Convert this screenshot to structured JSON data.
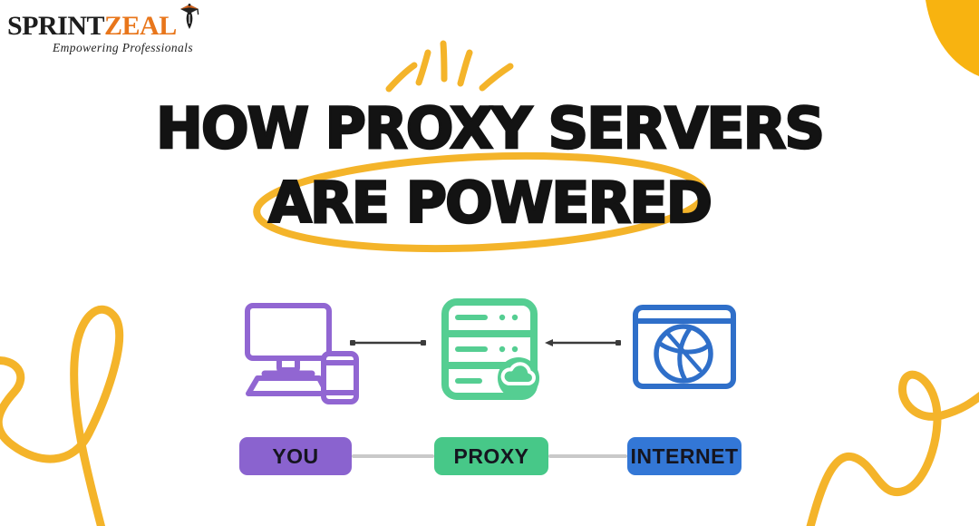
{
  "palette": {
    "bg": "#ffffff",
    "yellow": "#f4b42a",
    "yellow_deep": "#f8b310",
    "ink": "#131313",
    "purple_icon": "#9166d2",
    "green_icon": "#55ce92",
    "blue_icon": "#2f6fc9",
    "purple_box": "#8a63cf",
    "green_box": "#47c888",
    "blue_box": "#3377d6",
    "box_text": "#15151f",
    "link_gray": "#c9c9c9",
    "connector": "#3b3b3b",
    "logo_orange": "#e8761b",
    "logo_dark": "#1d1d1d"
  },
  "logo": {
    "brand_part1": "SPRINT",
    "brand_part2": "ZEAL",
    "tagline": "Empowering Professionals"
  },
  "title": {
    "line1": "HOW PROXY SERVERS",
    "line2": "ARE POWERED"
  },
  "diagram": {
    "nodes": [
      {
        "id": "you",
        "label": "YOU",
        "icon": "computer-phone-icon"
      },
      {
        "id": "proxy",
        "label": "PROXY",
        "icon": "server-cloud-icon"
      },
      {
        "id": "internet",
        "label": "INTERNET",
        "icon": "browser-globe-icon"
      }
    ]
  }
}
